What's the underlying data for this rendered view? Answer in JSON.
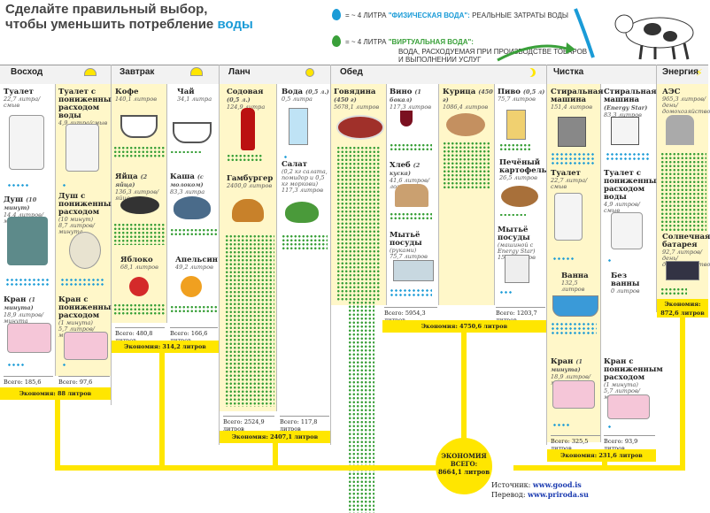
{
  "title": {
    "line1": "Сделайте правильный выбор,",
    "line2": "чтобы уменьшить потребление",
    "water_word": "воды"
  },
  "legend": {
    "blue_prefix": "= ~ 4 ЛИТРА",
    "blue_label": "\"ФИЗИЧЕСКАЯ ВОДА\":",
    "blue_desc": "РЕАЛЬНЫЕ ЗАТРАТЫ ВОДЫ",
    "green_prefix": "= ~ 4 ЛИТРА",
    "green_label": "\"ВИРТУАЛЬНАЯ ВОДА\":",
    "green_desc1": "ВОДА, РАСХОДУЕМАЯ ПРИ ПРОИЗВОДСТВЕ ТОВАРОВ",
    "green_desc2": "И ВЫПОЛНЕНИИ УСЛУГ"
  },
  "colors": {
    "blue": "#1a9bd7",
    "green": "#3aa03a",
    "yellow": "#ffe600",
    "cream": "#fff7c9"
  },
  "sections": {
    "s1": "Восход",
    "s2": "Завтрак",
    "s3": "Ланч",
    "s4": "Обед",
    "s5": "Чистка",
    "s6": "Энергия"
  },
  "voskhod": {
    "a1": {
      "name": "Туалет",
      "val": "22,7 литра/смыв"
    },
    "b1": {
      "name": "Туалет с пониженным расходом воды",
      "val": "4,9 литра/смыв"
    },
    "a2": {
      "name": "Душ",
      "note": "(10 минут)",
      "val": "14,4 литров/минута"
    },
    "b2": {
      "name": "Душ с пониженным расходом",
      "note": "(10 минут)",
      "val": "8,7 литров/минута"
    },
    "a3": {
      "name": "Кран",
      "note": "(1 минута)",
      "val": "18,9 литров/минута"
    },
    "b3": {
      "name": "Кран с пониженным расходом",
      "note": "(1 минута)",
      "val": "5,7 литров/минута"
    },
    "total_a": "Всего: 185,6 литров",
    "total_b": "Всего: 97,6 литров",
    "economy": "Экономия: 88 литров"
  },
  "zavtrak": {
    "a1": {
      "name": "Кофе",
      "val": "140,1 литров"
    },
    "b1": {
      "name": "Чай",
      "val": "34,1 литра"
    },
    "a2": {
      "name": "Яйца",
      "note": "(2 яйца)",
      "val": "136,3 литров/яйцо"
    },
    "b2": {
      "name": "Каша",
      "note": "(с молоком)",
      "val": "83,3 литра"
    },
    "a3": {
      "name": "Яблоко",
      "val": "68,1 литров"
    },
    "b3": {
      "name": "Апельсин",
      "val": "49,2 литров"
    },
    "total_a": "Всего: 480,8 литров",
    "total_b": "Всего: 166,6 литров",
    "economy": "Экономия: 314,2 литров"
  },
  "lanch": {
    "a1": {
      "name": "Содовая",
      "note": "(0,5 л.)",
      "val": "124,9 литра"
    },
    "b1": {
      "name": "Вода",
      "note": "(0,5 л.)",
      "val": "0,5 литра"
    },
    "a2": {
      "name": "Гамбургер",
      "val": "2400,0 литров"
    },
    "b2": {
      "name": "Салат",
      "note": "(0,2 кг салата, помидор и 0,5 кг моркови)",
      "val": "117,3 литров"
    },
    "total_a": "Всего: 2524,9 литров",
    "total_b": "Всего: 117,8 литров",
    "economy": "Экономия: 2407,1 литров"
  },
  "obed": {
    "a1": {
      "name": "Говядина",
      "note": "(450 г)",
      "val": "5678,1 литров"
    },
    "b1": {
      "name": "Вино",
      "note": "(1 бокал)",
      "val": "117,3 литров"
    },
    "c1": {
      "name": "Курица",
      "note": "(450 г)",
      "val": "1086,4 литров"
    },
    "d1": {
      "name": "Пиво",
      "note": "(0,5 л)",
      "val": "75,7 литров"
    },
    "b2": {
      "name": "Хлеб",
      "note": "(2 куска)",
      "val": "41,6 литров/ломоть"
    },
    "d2": {
      "name": "Печёный картофель",
      "val": "26,5 литров"
    },
    "b3": {
      "name": "Мытьё посуды",
      "note": "(руками)",
      "val": "75,7 литров"
    },
    "d3": {
      "name": "Мытьё посуды",
      "note": "(машиной с Energy Star)",
      "val": "15,1 литров"
    },
    "total_a": "Всего: 5954,3 литров",
    "total_b": "Всего: 1203,7 литров",
    "economy": "Экономия: 4750,6 литров"
  },
  "chistka": {
    "a1": {
      "name": "Стиральная машина",
      "val": "151,4 литров"
    },
    "b1": {
      "name": "Стиральная машина",
      "note": "(Energy Star)",
      "val": "83,3 литров"
    },
    "a2": {
      "name": "Туалет",
      "val": "22,7 литра/смыв"
    },
    "b2": {
      "name": "Туалет с пониженным расходом воды",
      "val": "4,9 литров/смыв"
    },
    "a3": {
      "name": "Ванна",
      "val": "132,5 литров"
    },
    "b3": {
      "name": "Без ванны",
      "val": "0 литров"
    },
    "a4": {
      "name": "Кран",
      "note": "(1 минута)",
      "val": "18,9 литров/минута"
    },
    "b4": {
      "name": "Кран с пониженным расходом",
      "note": "(1 минута)",
      "val": "5,7 литров/минута"
    },
    "total_a": "Всего: 325,5 литров",
    "total_b": "Всего: 93,9 литров",
    "economy": "Экономия: 231,6 литров"
  },
  "energiya": {
    "a1": {
      "name": "АЭС",
      "val": "965,3 литров/день/домохозяйство"
    },
    "a2": {
      "name": "Солнечная батарея",
      "val": "92,7 литров/день/домохозяйство"
    },
    "economy": "Экономия: 872,6 литров"
  },
  "total": {
    "line1": "ЭКОНОМИЯ",
    "line2": "ВСЕГО:",
    "line3": "8664,1 литров"
  },
  "source": {
    "label": "Источник:",
    "site": "www.good.is",
    "t_label": "Перевод:",
    "t_site": "www.priroda.su"
  }
}
